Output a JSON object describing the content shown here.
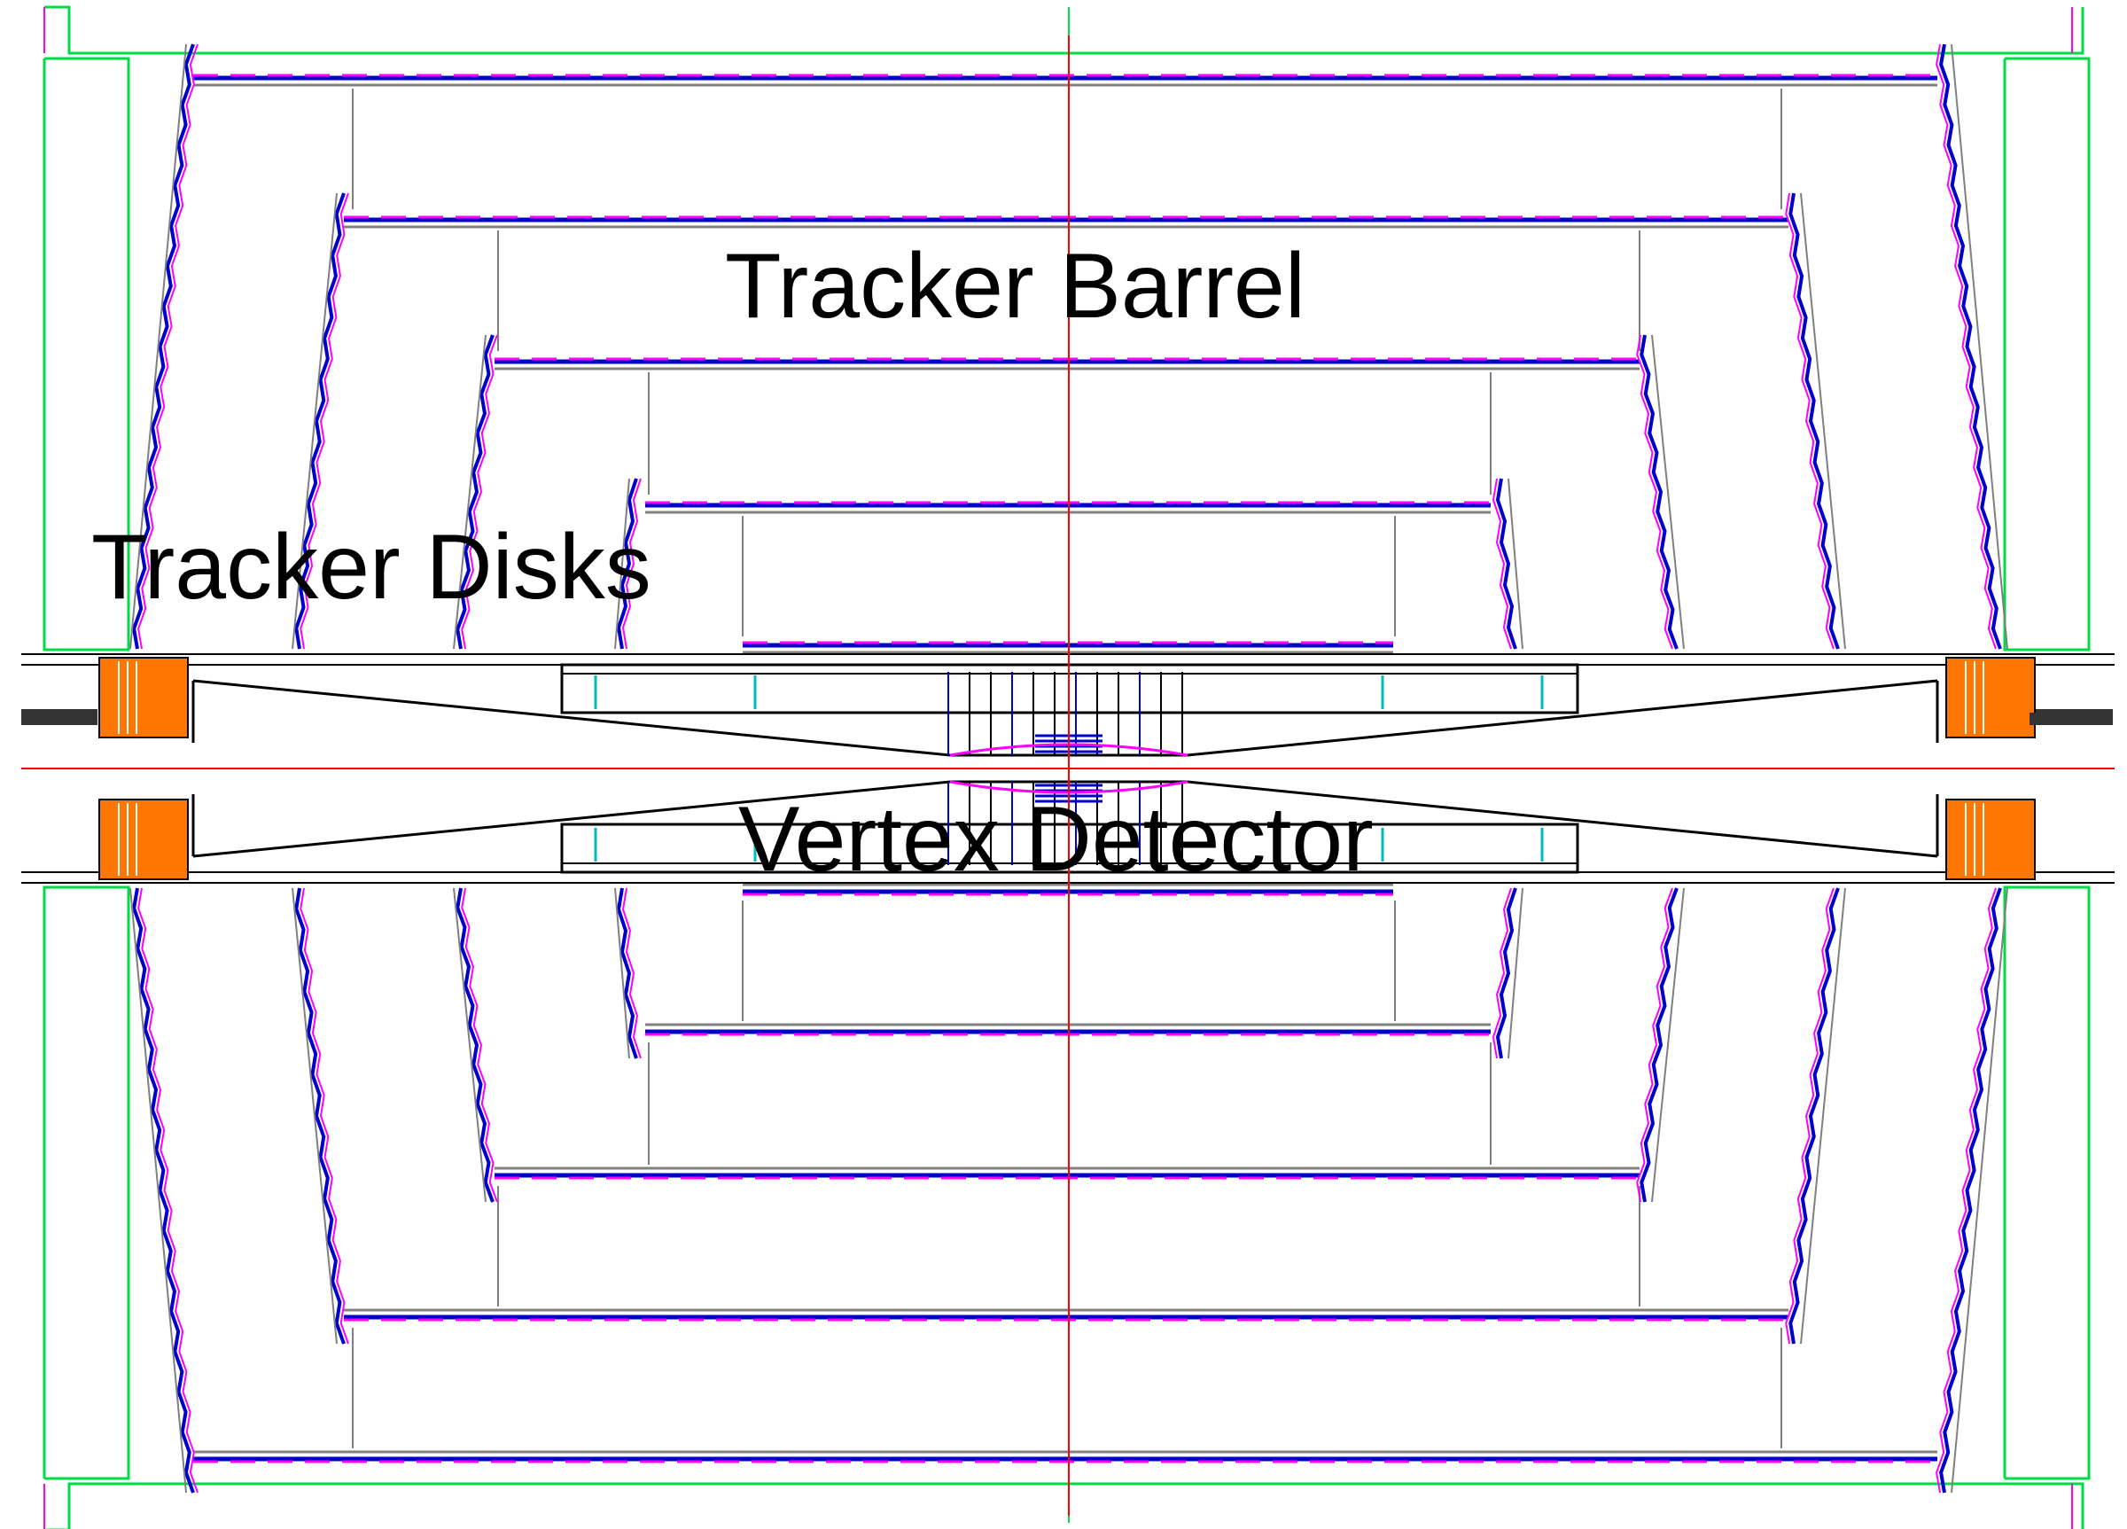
{
  "labels": {
    "tracker_barrel": "Tracker Barrel",
    "tracker_disks": "Tracker Disks",
    "vertex_detector": "Vertex Detector"
  },
  "colors": {
    "background": "#ffffff",
    "axis": "#ff0000",
    "support": "#00dd44",
    "layer_blue": "#0000cc",
    "layer_magenta": "#ff00ff",
    "frame": "#808080",
    "outline": "#000000",
    "flange": "#ff7700",
    "beampipe": "#333333",
    "vertex_cyan": "#00bcbc"
  }
}
